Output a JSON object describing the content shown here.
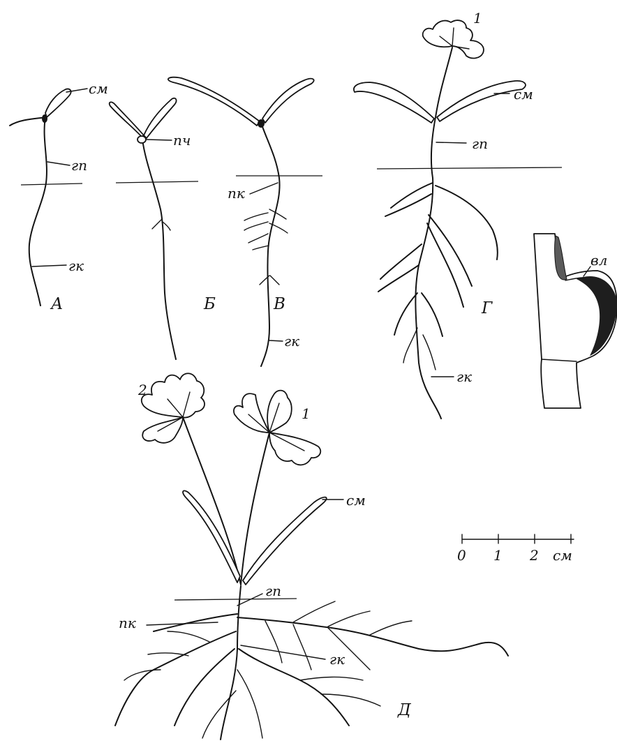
{
  "labels": {
    "cotyledon": "см",
    "hypocotyl": "гп",
    "main_root": "гк",
    "bud": "пч",
    "lateral_roots": "пк",
    "dormant_bud": "вл",
    "leaf_1": "1",
    "leaf_2": "2"
  },
  "panels": {
    "a": "А",
    "b": "Б",
    "v": "В",
    "g": "Г",
    "d": "Д"
  },
  "scale": {
    "ticks": [
      "0",
      "1",
      "2"
    ],
    "unit": "см"
  },
  "colors": {
    "ink": "#141414",
    "paper": "#ffffff"
  }
}
